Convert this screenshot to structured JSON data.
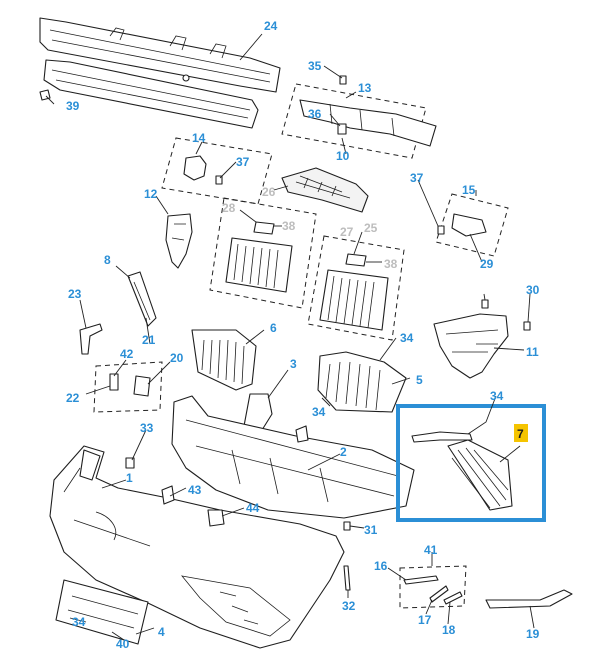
{
  "highlight_color": "#f5c400",
  "selection_color": "#2b8fd6",
  "label_color": "#2b8fd6",
  "muted_label_color": "#bdbdbd",
  "callouts": {
    "c1": "1",
    "c2": "2",
    "c3": "3",
    "c4": "4",
    "c5": "5",
    "c6": "6",
    "c7": "7",
    "c8": "8",
    "c10": "10",
    "c11": "11",
    "c12": "12",
    "c13": "13",
    "c14": "14",
    "c15": "15",
    "c16": "16",
    "c17": "17",
    "c18": "18",
    "c19": "19",
    "c20": "20",
    "c21": "21",
    "c22": "22",
    "c23": "23",
    "c24": "24",
    "c25": "25",
    "c26": "26",
    "c27": "27",
    "c28": "28",
    "c29": "29",
    "c30": "30",
    "c31": "31",
    "c32": "32",
    "c33": "33",
    "c34a": "34",
    "c34b": "34",
    "c34c": "34",
    "c34d": "34",
    "c35": "35",
    "c36": "36",
    "c37a": "37",
    "c37b": "37",
    "c38a": "38",
    "c38b": "38",
    "c39": "39",
    "c40": "40",
    "c41": "41",
    "c42": "42",
    "c43": "43",
    "c44": "44"
  },
  "selected_part": "7"
}
